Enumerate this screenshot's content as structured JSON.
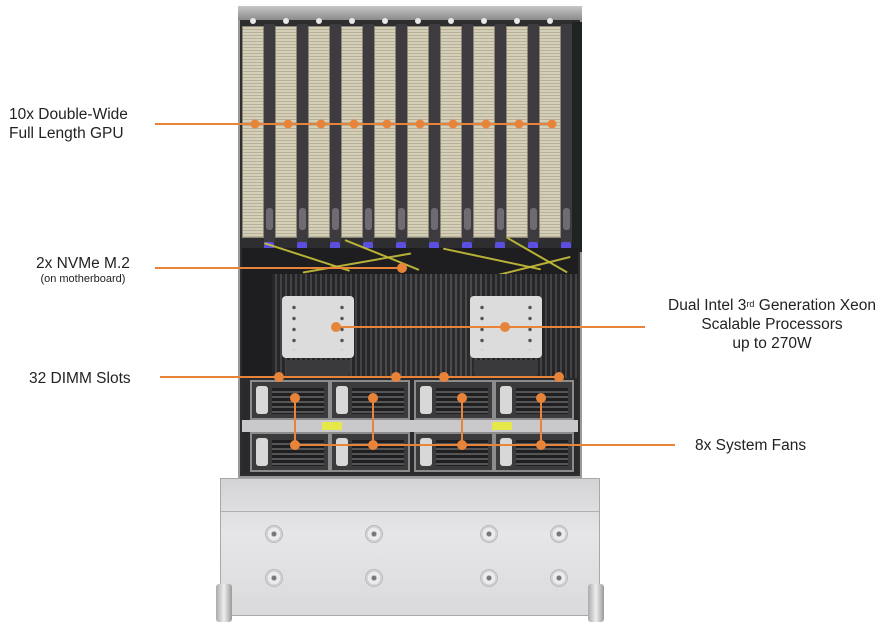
{
  "callouts": {
    "gpu": {
      "line1": "10x Double-Wide",
      "line2": "Full Length GPU"
    },
    "nvme": {
      "line1": "2x NVMe M.2",
      "line2": "(on motherboard)"
    },
    "dimm": {
      "line1": "32 DIMM  Slots"
    },
    "cpu": {
      "line1_a": "Dual Intel  3",
      "line1_sup": "rd",
      "line1_b": " Generation Xeon",
      "line2": "Scalable Processors",
      "line3": "up to 270W"
    },
    "fans": {
      "line1": "8x System Fans"
    }
  },
  "colors": {
    "leader": "#e8843a",
    "chassis_dark": "#2e2d30",
    "gpu_fins": "#d6cfb7",
    "gpu_connector": "#5a4fe0",
    "front_panel": "#e0e0e2"
  },
  "counts": {
    "gpus": 10,
    "fans": 8,
    "dimm_slots": 32,
    "nvme": 2,
    "cpus": 2,
    "front_knobs": 8
  }
}
